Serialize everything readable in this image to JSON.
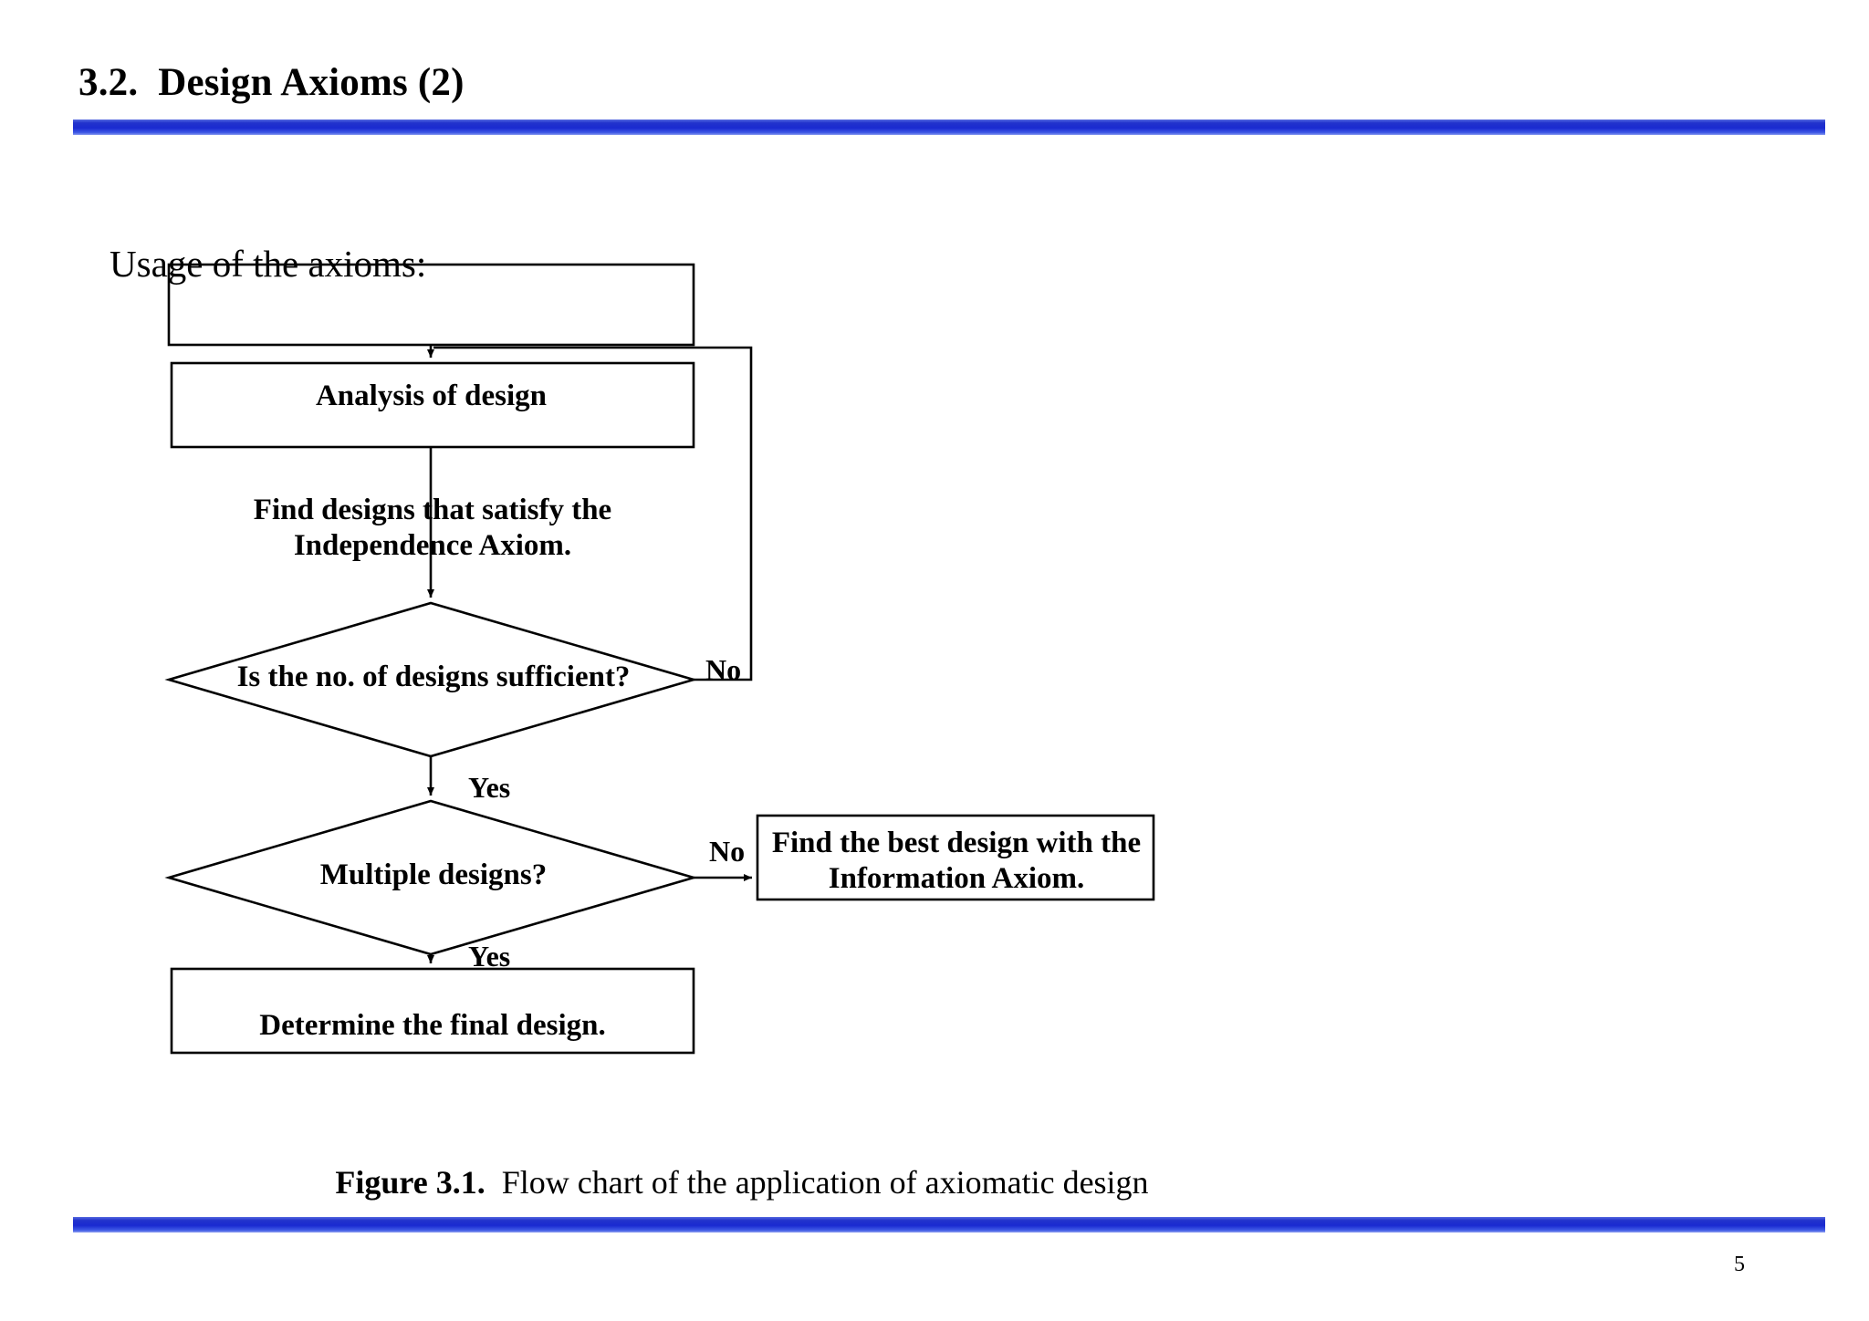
{
  "slide": {
    "title": "3.2.  Design Axioms (2)",
    "page_number": "5",
    "accent_color": "#2233cc",
    "body_intro": "Usage of the axioms:"
  },
  "flowchart": {
    "type": "flowchart",
    "nodes": [
      {
        "id": "analysis",
        "shape": "rectangle",
        "label": "Analysis of design"
      },
      {
        "id": "find",
        "shape": "rectangle",
        "label": "Find designs that satisfy the\nIndependence Axiom."
      },
      {
        "id": "decision1",
        "shape": "diamond",
        "label": "Is the no. of designs sufficient?"
      },
      {
        "id": "decision2",
        "shape": "diamond",
        "label": "Multiple designs?"
      },
      {
        "id": "best",
        "shape": "rectangle",
        "label": "Find the best design with the\nInformation Axiom."
      },
      {
        "id": "final",
        "shape": "rectangle",
        "label": "Determine the final design."
      }
    ],
    "edges": [
      {
        "from": "analysis",
        "to": "find",
        "label": ""
      },
      {
        "from": "find",
        "to": "decision1",
        "label": ""
      },
      {
        "from": "decision1",
        "to": "find",
        "label": "No"
      },
      {
        "from": "decision1",
        "to": "decision2",
        "label": "Yes"
      },
      {
        "from": "decision2",
        "to": "best",
        "label": "No"
      },
      {
        "from": "decision2",
        "to": "final",
        "label": "Yes"
      }
    ],
    "edge_labels": {
      "no_1": "No",
      "yes_1": "Yes",
      "no_2": "No",
      "yes_2": "Yes"
    }
  },
  "caption": {
    "figure_number": "Figure 3.1.",
    "figure_text": "  Flow chart of the application of axiomatic design"
  }
}
